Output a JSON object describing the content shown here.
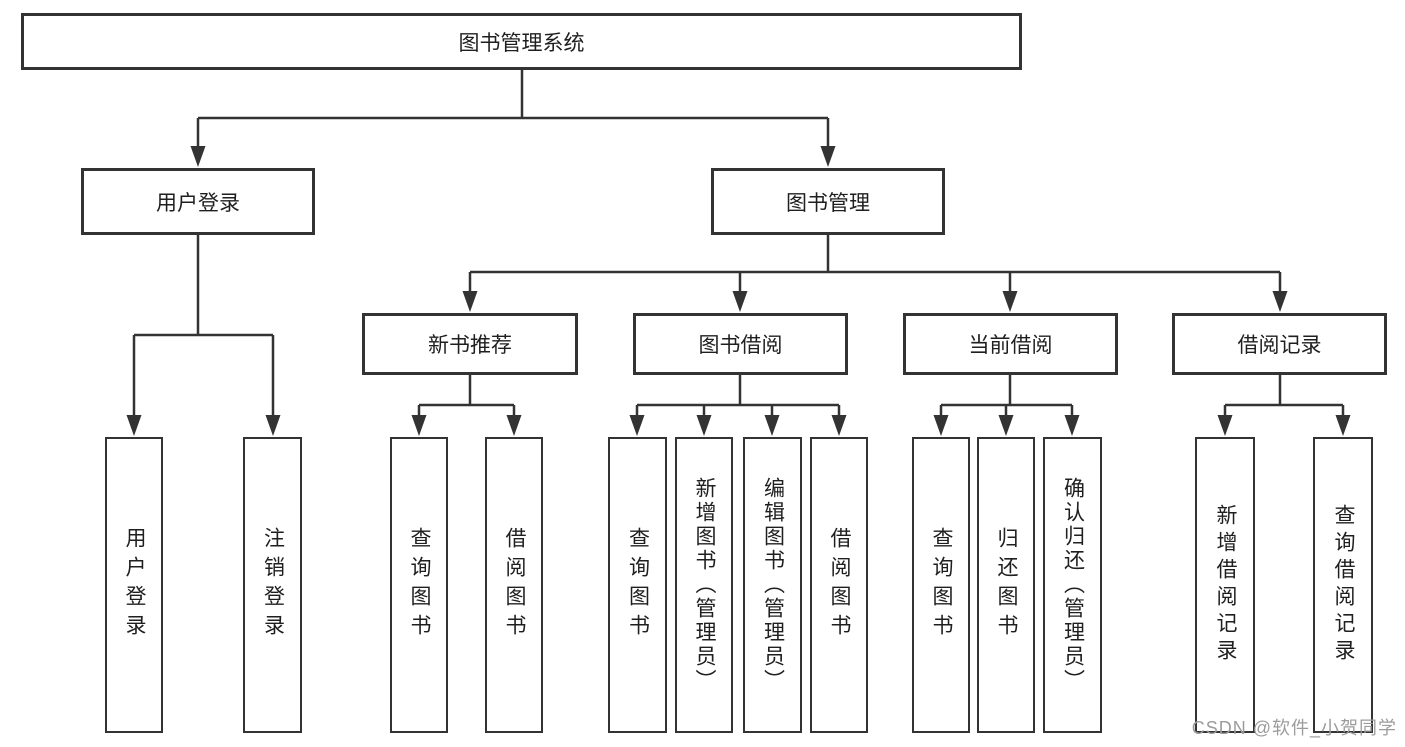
{
  "diagram": {
    "title": "图书管理系统",
    "root": "图书管理系统",
    "level2": [
      "用户登录",
      "图书管理"
    ],
    "level3": [
      "新书推荐",
      "图书借阅",
      "当前借阅",
      "借阅记录"
    ],
    "leaves": {
      "login": [
        "用户登录",
        "注销登录"
      ],
      "recommend": [
        "查询图书",
        "借阅图书"
      ],
      "borrow": [
        "查询图书",
        "新增图书（管理员）",
        "编辑图书（管理员）",
        "借阅图书"
      ],
      "current": [
        "查询图书",
        "归还图书",
        "确认归还（管理员）"
      ],
      "records": [
        "新增借阅记录",
        "查询借阅记录"
      ]
    }
  },
  "watermark": "CSDN @软件_小贺同学",
  "colors": {
    "line": "#333333",
    "text": "#1f1f1f",
    "watermark": "#9c9c9c",
    "background": "#ffffff"
  }
}
